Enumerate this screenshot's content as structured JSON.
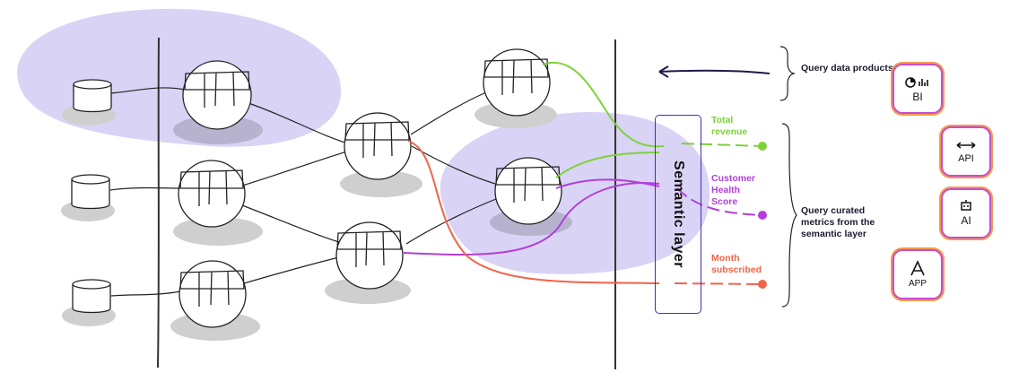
{
  "semantic_layer": {
    "label": "Semantic layer"
  },
  "metrics": {
    "total_revenue": "Total revenue",
    "customer_health": "Customer Health Score",
    "month_subscribed": "Month subscribed"
  },
  "annotations": {
    "query_products": "Query data products",
    "query_metrics": "Query curated metrics from the semantic layer"
  },
  "consumers": {
    "bi": "BI",
    "api": "API",
    "ai": "AI",
    "app": "APP"
  },
  "colors": {
    "highlight": "#d9d3f5",
    "green": "#7fd13b",
    "purple": "#b23fd9",
    "orange": "#f06449",
    "arrow": "#1e1a4a",
    "semantic_box": "#3d2fbf"
  }
}
